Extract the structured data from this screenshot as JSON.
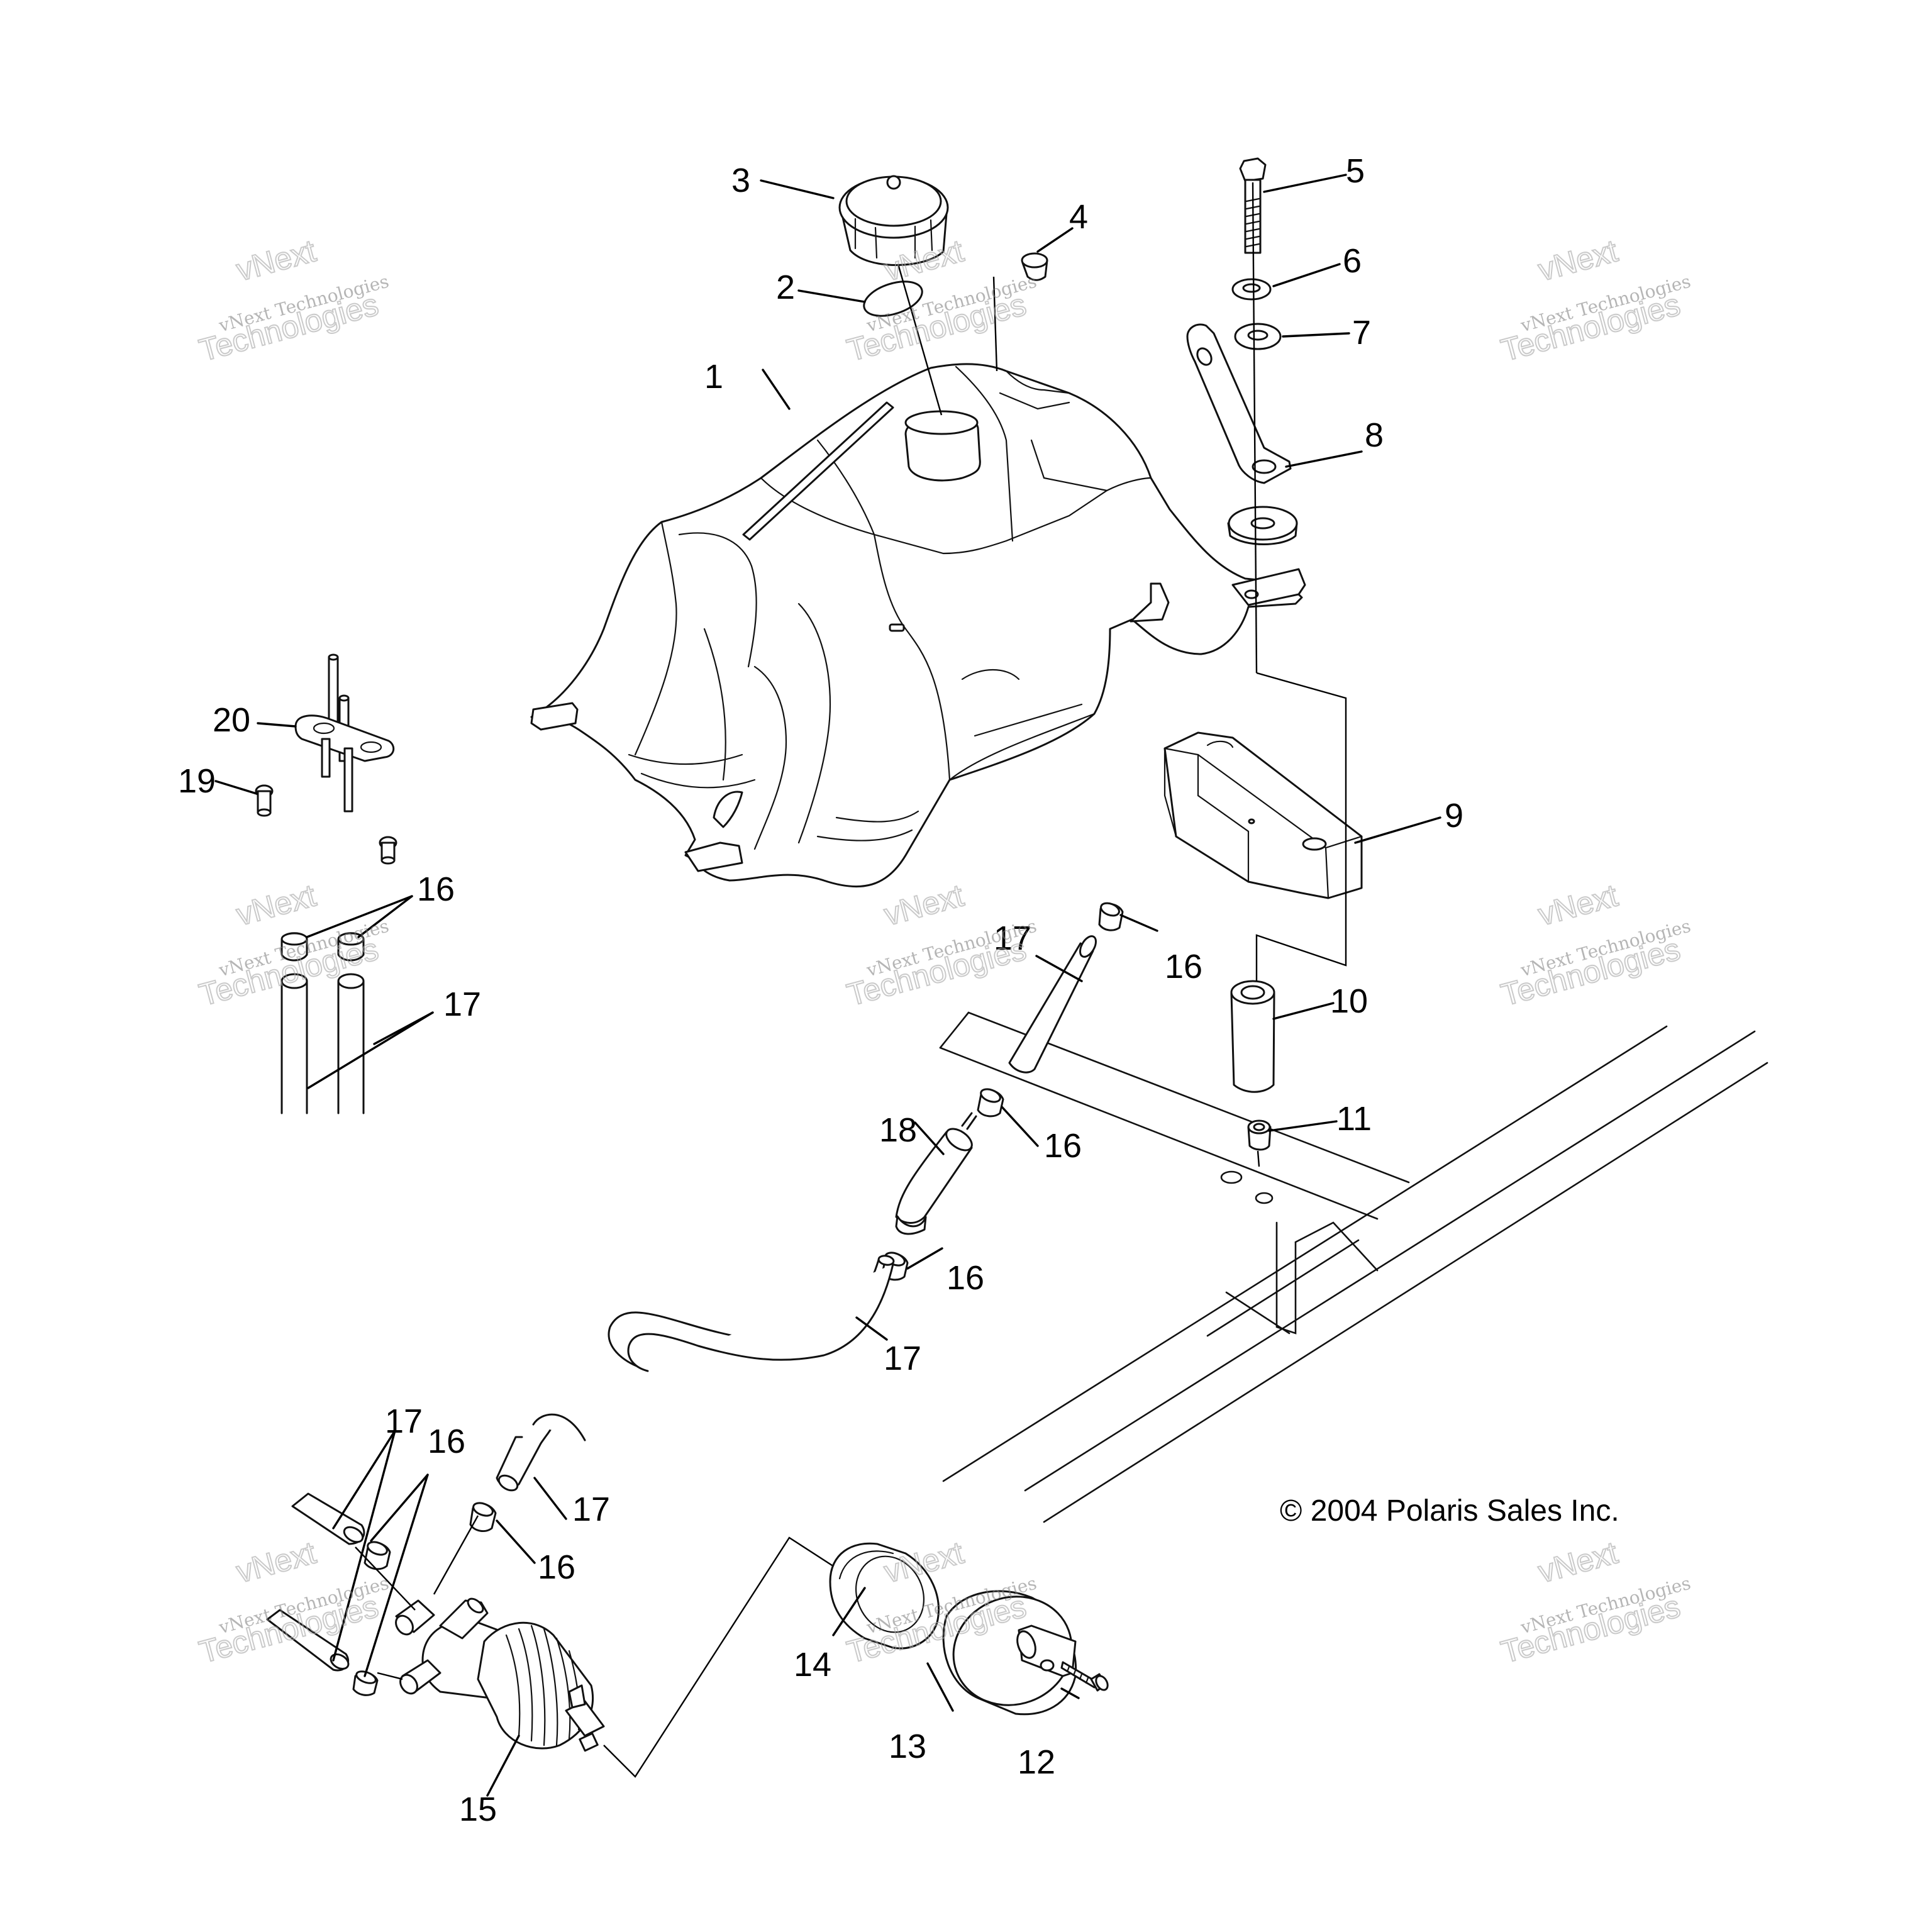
{
  "callouts": {
    "c1": "1",
    "c2": "2",
    "c3": "3",
    "c4": "4",
    "c5": "5",
    "c6": "6",
    "c7": "7",
    "c8": "8",
    "c9": "9",
    "c10": "10",
    "c11": "11",
    "c12": "12",
    "c13": "13",
    "c14": "14",
    "c15": "15",
    "c16a": "16",
    "c16b": "16",
    "c16c": "16",
    "c16d": "16",
    "c16e": "16",
    "c16f": "16",
    "c17a": "17",
    "c17b": "17",
    "c17c": "17",
    "c17d": "17",
    "c17e": "17",
    "c18": "18",
    "c19": "19",
    "c20": "20"
  },
  "copyright": "© 2004 Polaris Sales Inc.",
  "watermark": {
    "top": "vNext",
    "line1": "vNext Technologies",
    "line2": "Technologies"
  }
}
